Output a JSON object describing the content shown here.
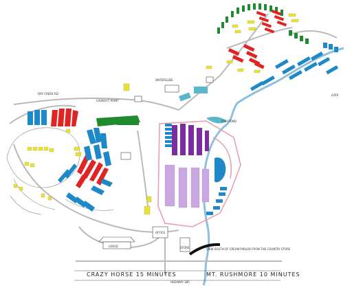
{
  "map": {
    "labels": {
      "dry_creek": "DRY CREEK RD",
      "lookout": "LOOKOUT POINT",
      "waterslide": "WATERSLIDE",
      "fish_pond": "FISH POND",
      "office": "OFFICE",
      "lodge": "LODGE",
      "crazy_horse": "CRAZY HORSE 15 MINUTES",
      "rushmore": "MT. RUSHMORE 10 MINUTES",
      "highway": "HIGHWAY 385",
      "parlor_note": "VIEW SOUTH OF CREAM PARLOR FROM THE COUNTRY STORE",
      "gate": "GATE",
      "store": "STORE"
    },
    "legend_colors": {
      "green": "#1f8a2e",
      "yellow": "#e8e23a",
      "red": "#e02424",
      "blue": "#1e88c9",
      "purple": "#7b2c9e",
      "lavender": "#c9a7e0",
      "creek": "#8fbfe0",
      "road": "#b9b9b9",
      "boundary": "#e79aa7"
    }
  }
}
